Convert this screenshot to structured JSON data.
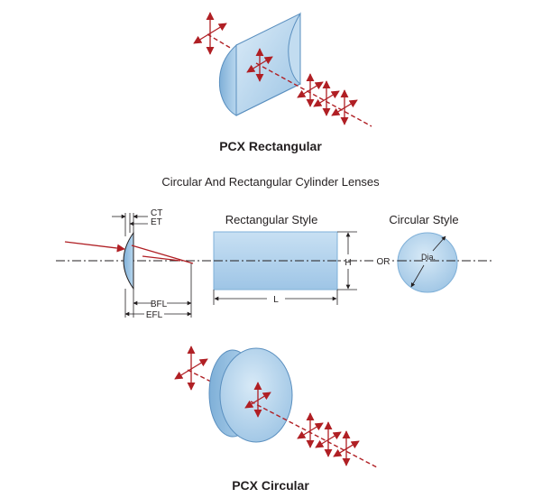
{
  "titles": {
    "top": "PCX Rectangular",
    "subtitle": "Circular And Rectangular Cylinder Lenses",
    "bottom": "PCX Circular"
  },
  "diagram": {
    "rect_style_label": "Rectangular Style",
    "circ_style_label": "Circular Style",
    "ct_label": "CT",
    "et_label": "ET",
    "bfl_label": "BFL",
    "efl_label": "EFL",
    "l_label": "L",
    "h_label": "H",
    "or_label": "OR",
    "dia_label": "Dia."
  },
  "colors": {
    "arrow_red": "#b01f24",
    "lens_fill": "#a9cde9",
    "lens_light": "#d4e7f5",
    "line": "#231f20"
  }
}
